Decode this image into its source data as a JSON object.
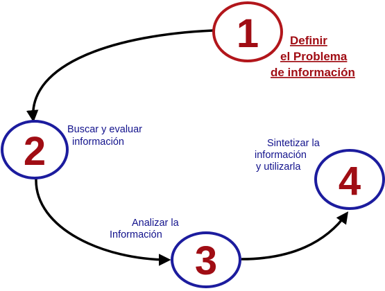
{
  "colors": {
    "ring_red": "#b2161b",
    "ring_blue": "#1c1c9e",
    "number_red": "#a00d14",
    "label_blue": "#12128c",
    "arrow": "#000000"
  },
  "steps": [
    {
      "number": "1",
      "label_lines": [
        "Definir",
        "el Problema",
        "de información"
      ]
    },
    {
      "number": "2",
      "label_lines": [
        "Buscar y evaluar",
        "información"
      ]
    },
    {
      "number": "3",
      "label_lines": [
        "Analizar la",
        "Información"
      ]
    },
    {
      "number": "4",
      "label_lines": [
        "Sintetizar la",
        "información",
        "y utilizarla"
      ]
    }
  ]
}
